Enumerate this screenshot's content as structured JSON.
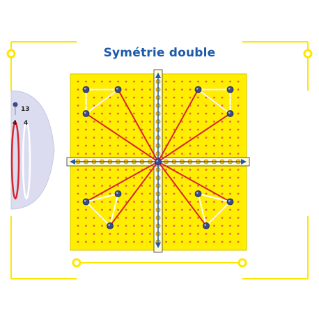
{
  "title": "Symétrie double",
  "legend": {
    "peg_count": "13",
    "red_band_count": "4",
    "white_band_count": "4"
  },
  "side_note": "",
  "colors": {
    "board": "#ffee00",
    "board_edge": "#d9c600",
    "dot": "#ea5a4a",
    "title": "#1d5aa8",
    "frame": "#ffe600",
    "axis": "#1d5aa8",
    "red_band": "#d6262a",
    "white_band": "#ffffff",
    "peg": "#3a4a8a",
    "legend_bg": "#dcdcf0"
  },
  "diagram": {
    "description_nodes": [
      "center peg",
      "NW group",
      "NE group",
      "SW group",
      "SE group"
    ],
    "grid_size": 21,
    "pegs": 13,
    "axes": [
      "vertical",
      "horizontal"
    ]
  }
}
